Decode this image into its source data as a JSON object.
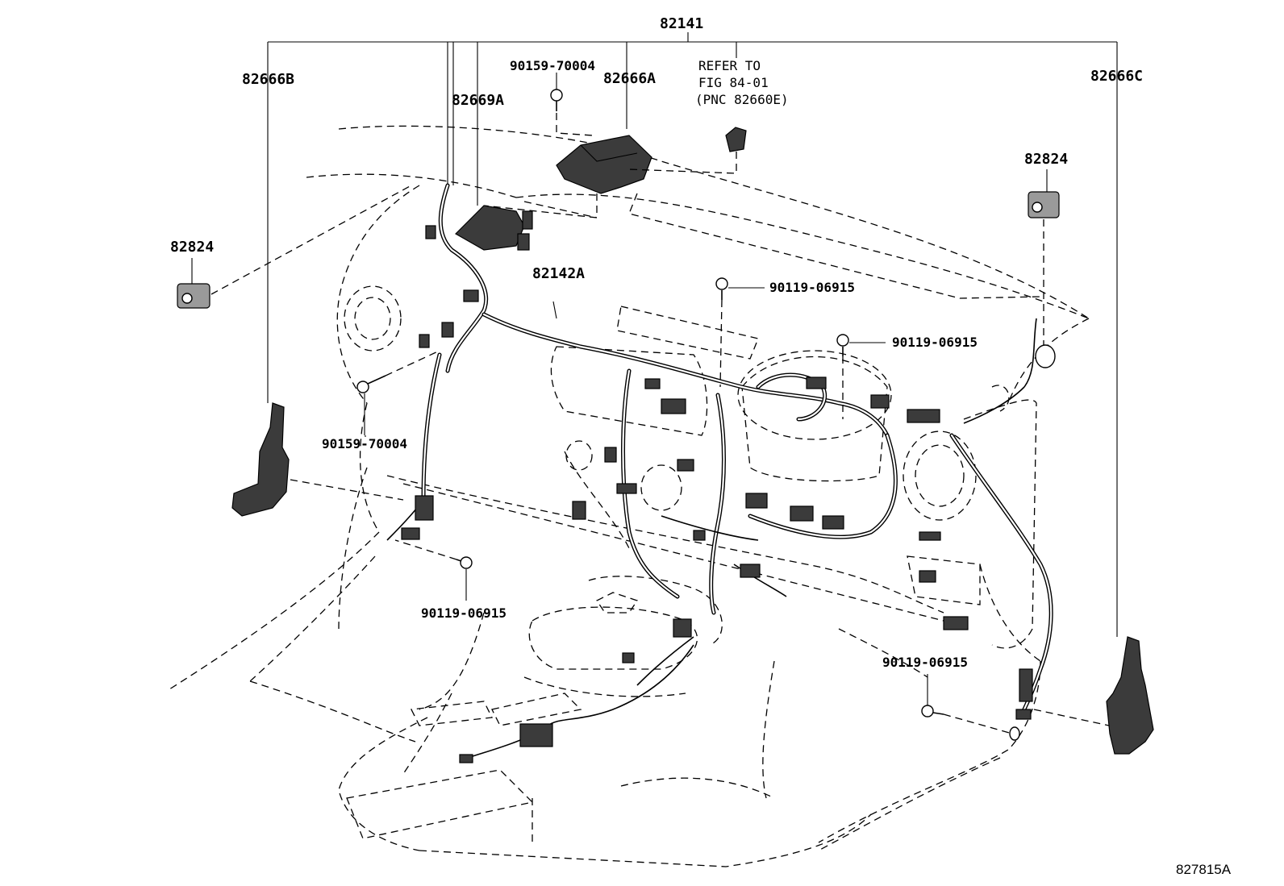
{
  "diagram": {
    "labels": {
      "assembly": "82141",
      "bracket_left": "82666B",
      "bracket_center": "82666A",
      "bracket_right": "82666C",
      "relay_block": "82669A",
      "sub_harness": "82142A",
      "clamp_left": "82824",
      "clamp_right": "82824",
      "screw_top": "90159-70004",
      "screw_left": "90159-70004",
      "bolt_center": "90119-06915",
      "bolt_right_upper": "90119-06915",
      "bolt_lower_left": "90119-06915",
      "bolt_lower_right": "90119-06915"
    },
    "reference_note": [
      "REFER TO",
      "FIG 84-01",
      "(PNC 82660E)"
    ],
    "figure_code": "827815A"
  }
}
